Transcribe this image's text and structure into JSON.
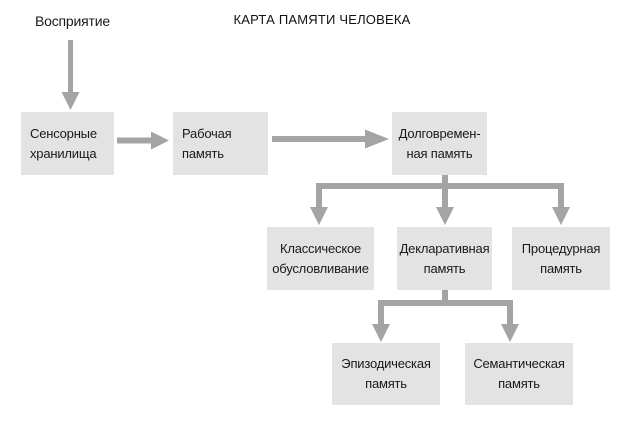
{
  "title": "КАРТА ПАМЯТИ ЧЕЛОВЕКА",
  "colors": {
    "background": "#ffffff",
    "box_fill": "#e3e3e3",
    "arrow": "#a4a4a4",
    "text": "#1a1a1a"
  },
  "nodes": {
    "perception": {
      "label": "Восприятие"
    },
    "sensory": {
      "label": "Сенсорные\nхранилища"
    },
    "working": {
      "label": "Рабочая\nпамять"
    },
    "longterm": {
      "label": "Долговремен-\nная память"
    },
    "classical": {
      "label": "Классическое\nобусловливание"
    },
    "declarative": {
      "label": "Декларативная\nпамять"
    },
    "procedural": {
      "label": "Процедурная\nпамять"
    },
    "episodic": {
      "label": "Эпизодическая\nпамять"
    },
    "semantic": {
      "label": "Семантическая\nпамять"
    }
  },
  "edges": [
    {
      "from": "perception",
      "to": "sensory"
    },
    {
      "from": "sensory",
      "to": "working"
    },
    {
      "from": "working",
      "to": "longterm"
    },
    {
      "from": "longterm",
      "to": "classical"
    },
    {
      "from": "longterm",
      "to": "declarative"
    },
    {
      "from": "longterm",
      "to": "procedural"
    },
    {
      "from": "declarative",
      "to": "episodic"
    },
    {
      "from": "declarative",
      "to": "semantic"
    }
  ]
}
